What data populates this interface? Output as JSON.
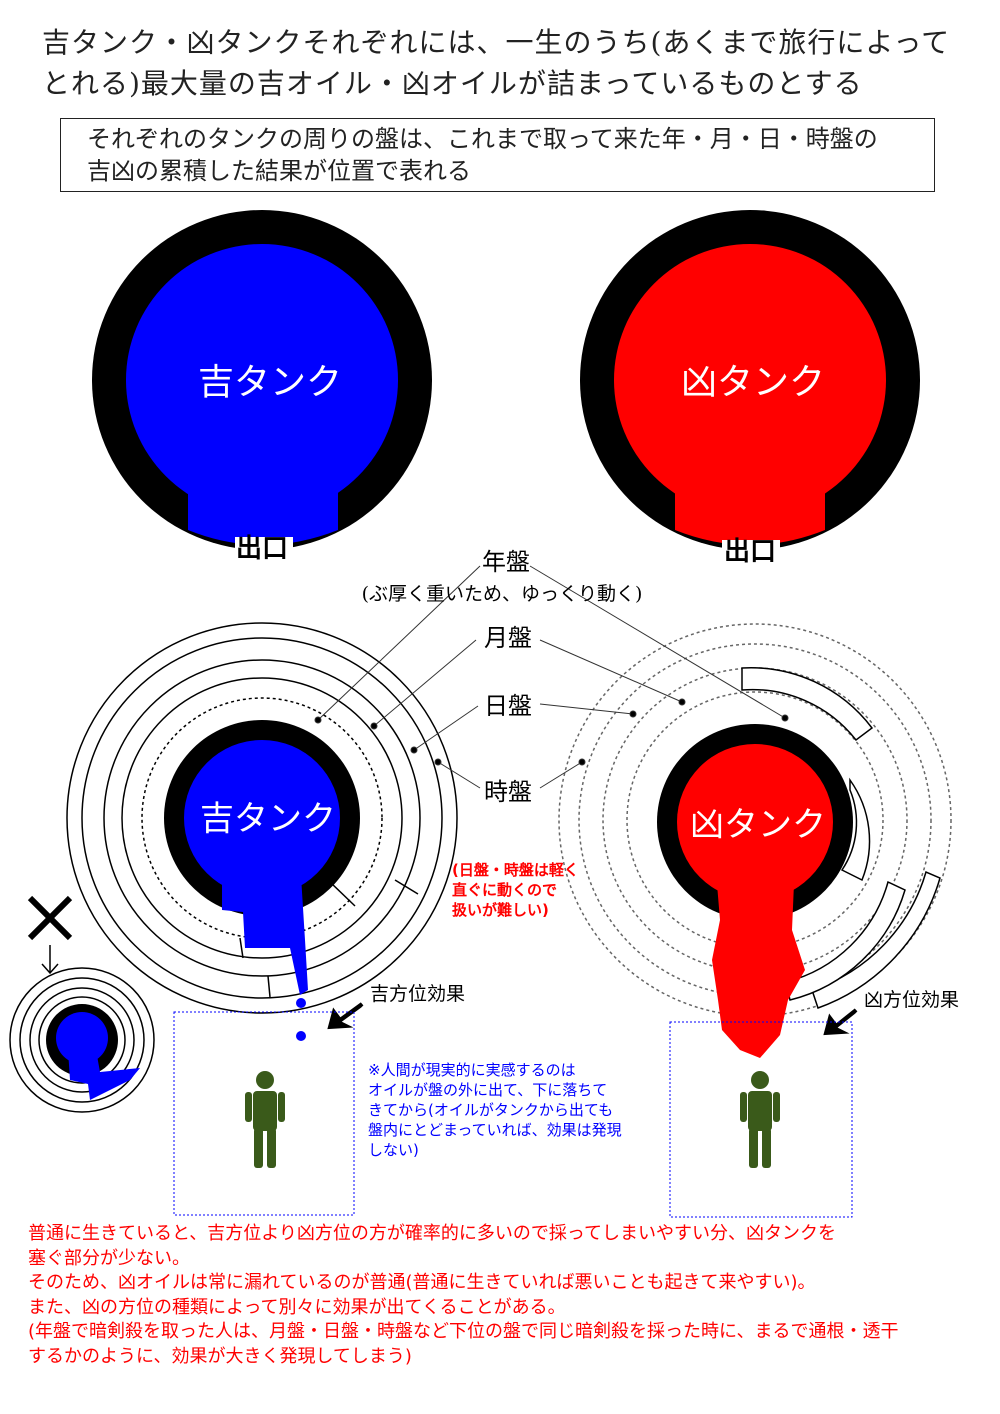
{
  "title": {
    "line1": "吉タンク・凶タンクそれぞれには、一生のうち(あくまで旅行によって",
    "line2": "とれる)最大量の吉オイル・凶オイルが詰まっているものとする"
  },
  "note_box": {
    "line1": "それぞれのタンクの周りの盤は、これまで取って来た年・月・日・時盤の",
    "line2": "吉凶の累積した結果が位置で表れる"
  },
  "tanks": {
    "good_label": "吉タンク",
    "bad_label": "凶タンク",
    "outlet_label": "出口"
  },
  "boards": {
    "year": "年盤",
    "year_note": "(ぶ厚く重いため、ゆっくり動く)",
    "month": "月盤",
    "day": "日盤",
    "hour": "時盤"
  },
  "effects": {
    "good": "吉方位効果",
    "bad": "凶方位効果"
  },
  "red_note": [
    "(日盤・時盤は軽く",
    "直ぐに動くので",
    "扱いが難しい)"
  ],
  "blue_note": [
    "※人間が現実的に実感するのは",
    "オイルが盤の外に出て、下に落ちて",
    "きてから(オイルがタンクから出ても",
    "盤内にとどまっていれば、効果は発現",
    "しない)"
  ],
  "bottom_text": [
    "普通に生きていると、吉方位より凶方位の方が確率的に多いので採ってしまいやすい分、凶タンクを",
    "塞ぐ部分が少ない。",
    "そのため、凶オイルは常に漏れているのが普通(普通に生きていれば悪いことも起きて来やすい)。",
    "また、凶の方位の種類によって別々に効果が出てくることがある。",
    "(年盤で暗剣殺を取った人は、月盤・日盤・時盤など下位の盤で同じ暗剣殺を採った時に、まるで通根・透干",
    "するかのように、効果が大きく発現してしまう)"
  ],
  "colors": {
    "good": "#0000ff",
    "bad": "#ff0000",
    "person": "#3a5a1a"
  }
}
